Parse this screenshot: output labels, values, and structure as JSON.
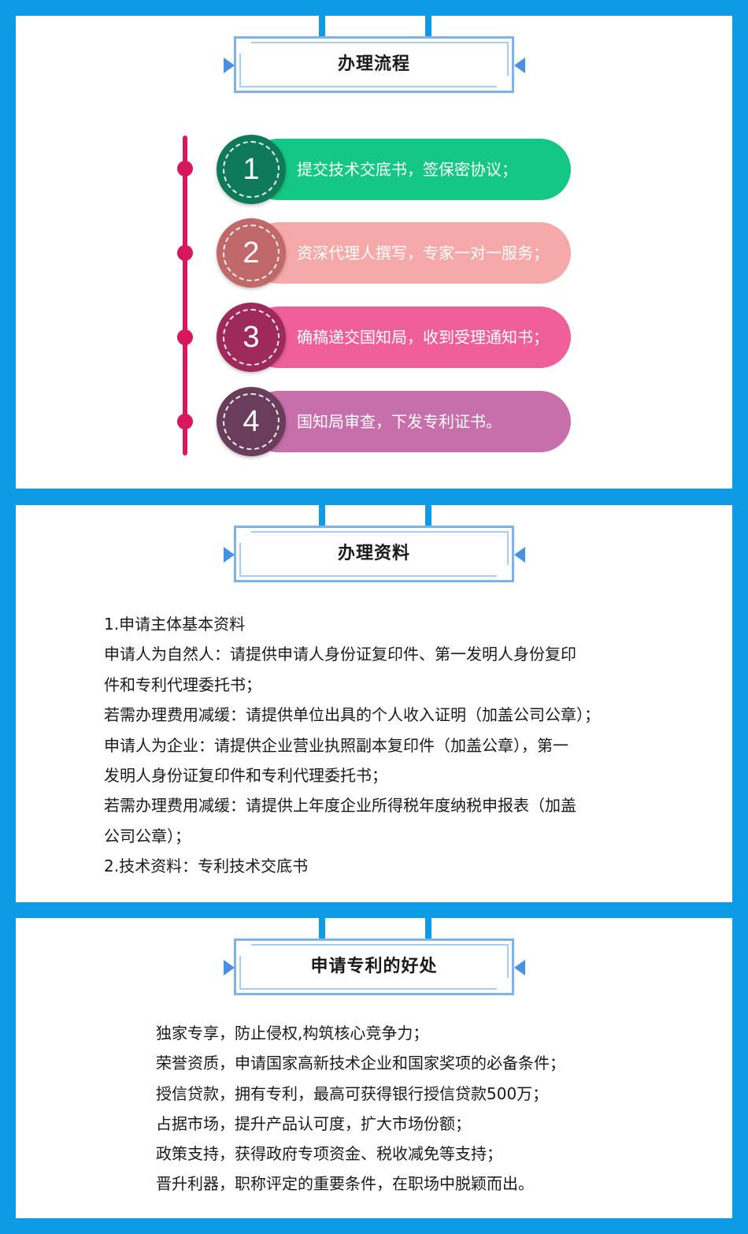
{
  "colors": {
    "background": "#0d9be6",
    "panel": "#ffffff",
    "timeline": "#d8175d",
    "step1_pill": "#14c784",
    "step1_circle": "#0f7a5a",
    "step2_pill": "#f6a9a9",
    "step2_circle": "#c0686a",
    "step3_pill": "#ef5f9a",
    "step3_circle": "#9e2a5c",
    "step4_pill": "#c66fab",
    "step4_circle": "#6a3d5a"
  },
  "process": {
    "title": "办理流程",
    "steps": [
      {
        "num": "1",
        "text": "提交技术交底书，签保密协议；"
      },
      {
        "num": "2",
        "text": "资深代理人撰写，专家一对一服务；"
      },
      {
        "num": "3",
        "text": "确稿递交国知局，收到受理通知书；"
      },
      {
        "num": "4",
        "text": "国知局审查，下发专利证书。"
      }
    ]
  },
  "materials": {
    "title": "办理资料",
    "lines": [
      "1.申请主体基本资料",
      "申请人为自然人：请提供申请人身份证复印件、第一发明人身份复印",
      "件和专利代理委托书；",
      "若需办理费用减缓：请提供单位出具的个人收入证明（加盖公司公章）；",
      "申请人为企业：请提供企业营业执照副本复印件（加盖公章），第一",
      "发明人身份证复印件和专利代理委托书；",
      "若需办理费用减缓：请提供上年度企业所得税年度纳税申报表（加盖",
      "公司公章）；",
      "2.技术资料：专利技术交底书"
    ]
  },
  "benefits": {
    "title": "申请专利的好处",
    "lines": [
      "独家专享，防止侵权,构筑核心竞争力；",
      "荣誉资质，申请国家高新技术企业和国家奖项的必备条件；",
      "授信贷款，拥有专利，最高可获得银行授信贷款500万；",
      "占据市场，提升产品认可度，扩大市场份额；",
      "政策支持，获得政府专项资金、税收减免等支持；",
      "晋升利器，职称评定的重要条件，在职场中脱颖而出。"
    ]
  }
}
